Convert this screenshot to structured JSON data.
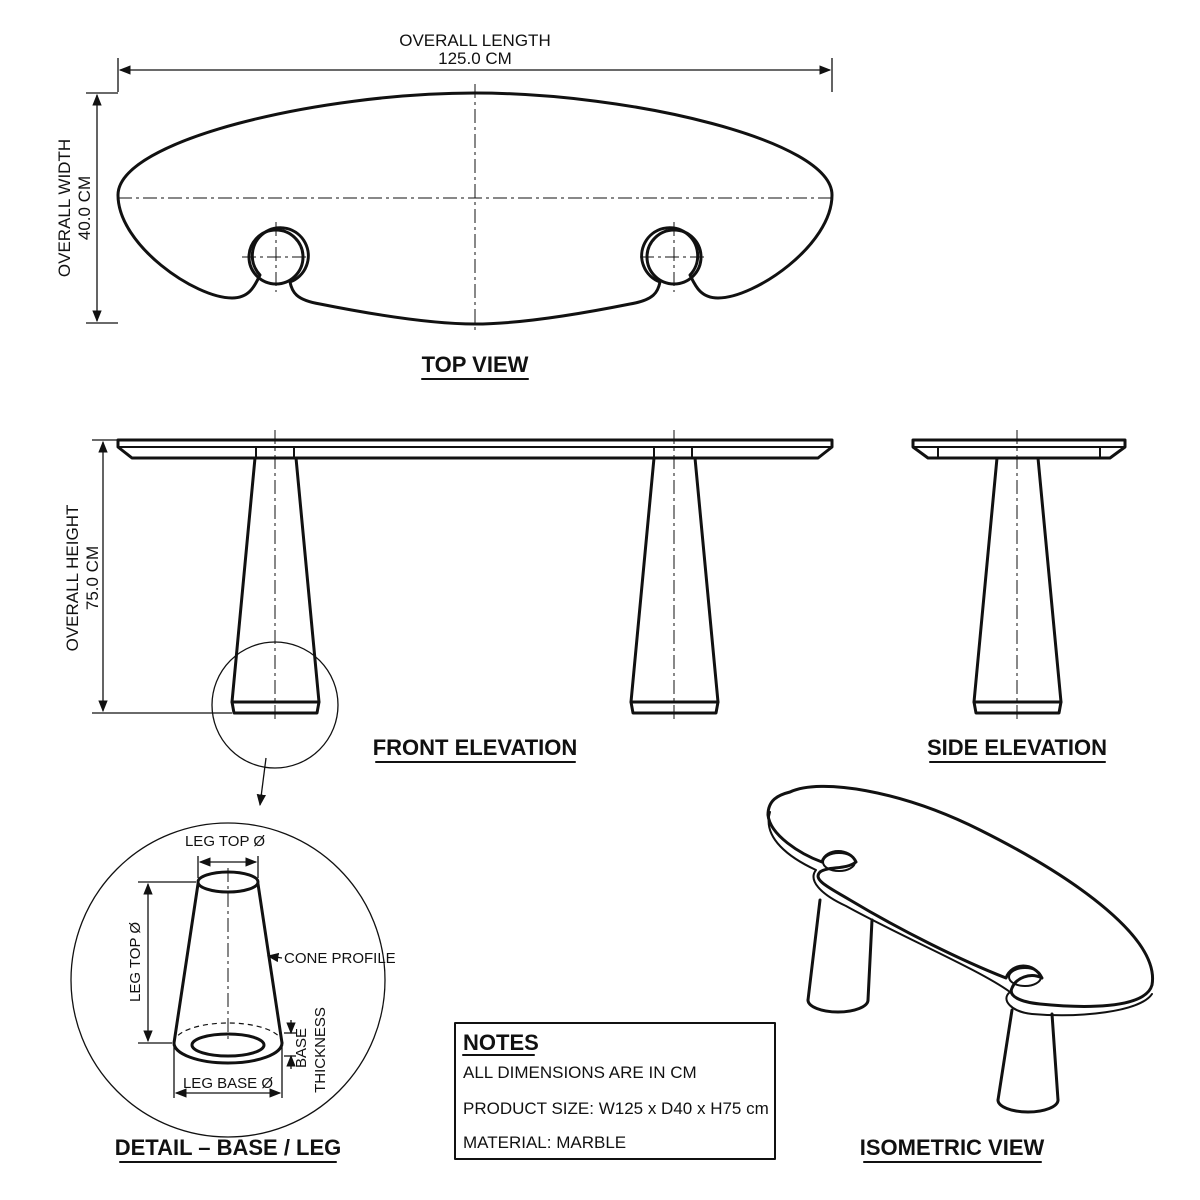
{
  "dimensions": {
    "overall_length_label": "OVERALL LENGTH",
    "overall_length_value": "125.0 CM",
    "overall_width_label": "OVERALL WIDTH",
    "overall_width_value": "40.0 CM",
    "overall_height_label": "OVERALL HEIGHT",
    "overall_height_value": "75.0 CM"
  },
  "views": {
    "top": "TOP VIEW",
    "front": "FRONT ELEVATION",
    "side": "SIDE ELEVATION",
    "detail": "DETAIL – BASE / LEG",
    "isometric": "ISOMETRIC VIEW"
  },
  "detail_labels": {
    "leg_top_dia": "LEG TOP Ø",
    "leg_top_dia_vertical": "LEG TOP Ø",
    "cone_profile": "CONE PROFILE",
    "base_thickness_line1": "BASE",
    "base_thickness_line2": "THICKNESS",
    "leg_base_dia": "LEG BASE Ø"
  },
  "notes": {
    "title": "NOTES",
    "lines": [
      "ALL DIMENSIONS ARE IN CM",
      "PRODUCT SIZE: W125 x D40 x H75 cm",
      "MATERIAL: MARBLE"
    ]
  }
}
